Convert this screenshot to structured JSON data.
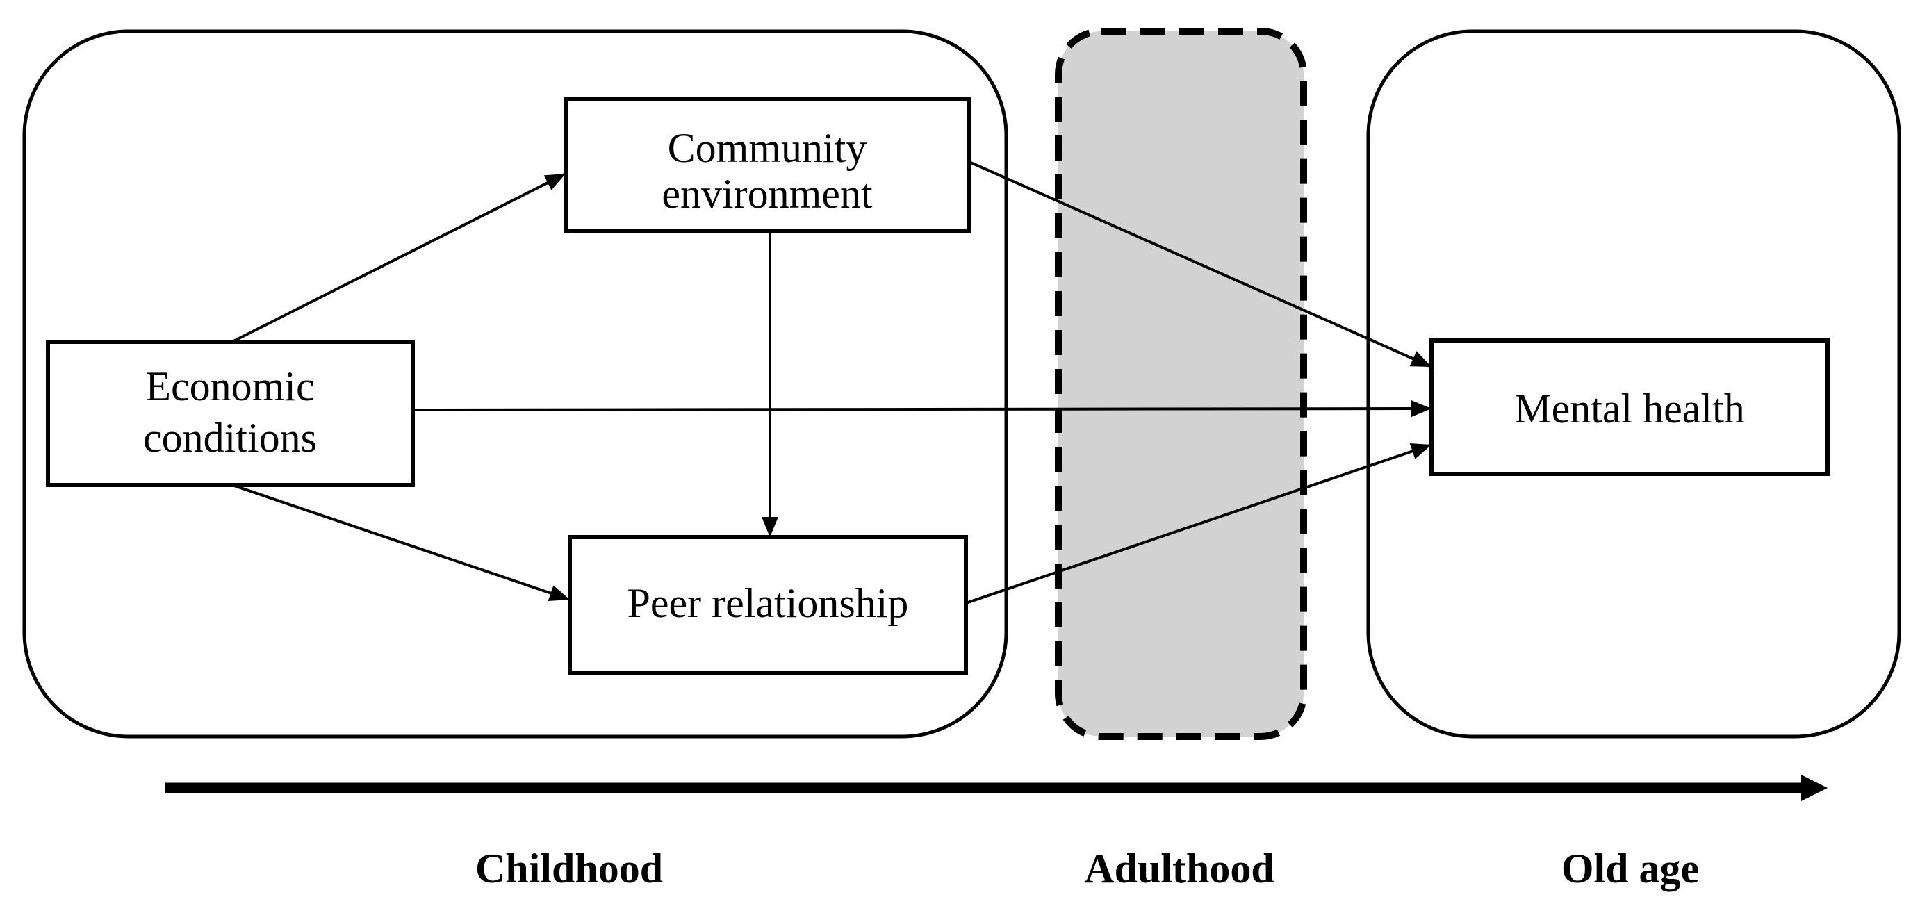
{
  "figure": {
    "type": "path-diagram",
    "background_color": "#ffffff",
    "line_color": "#000000",
    "adulthood_region_fill": "#d2d2d2"
  },
  "nodes": {
    "economic": {
      "line1": "Economic",
      "line2": "conditions"
    },
    "community": {
      "line1": "Community",
      "line2": "environment"
    },
    "peer": {
      "label": "Peer relationship"
    },
    "mental": {
      "label": "Mental health"
    }
  },
  "edges": [
    {
      "from": "Economic conditions",
      "to": "Community environment"
    },
    {
      "from": "Economic conditions",
      "to": "Peer relationship"
    },
    {
      "from": "Economic conditions",
      "to": "Mental health"
    },
    {
      "from": "Community environment",
      "to": "Peer relationship"
    },
    {
      "from": "Community environment",
      "to": "Mental health"
    },
    {
      "from": "Peer relationship",
      "to": "Mental health"
    }
  ],
  "stages": [
    {
      "label": "Childhood"
    },
    {
      "label": "Adulthood"
    },
    {
      "label": "Old age"
    }
  ]
}
